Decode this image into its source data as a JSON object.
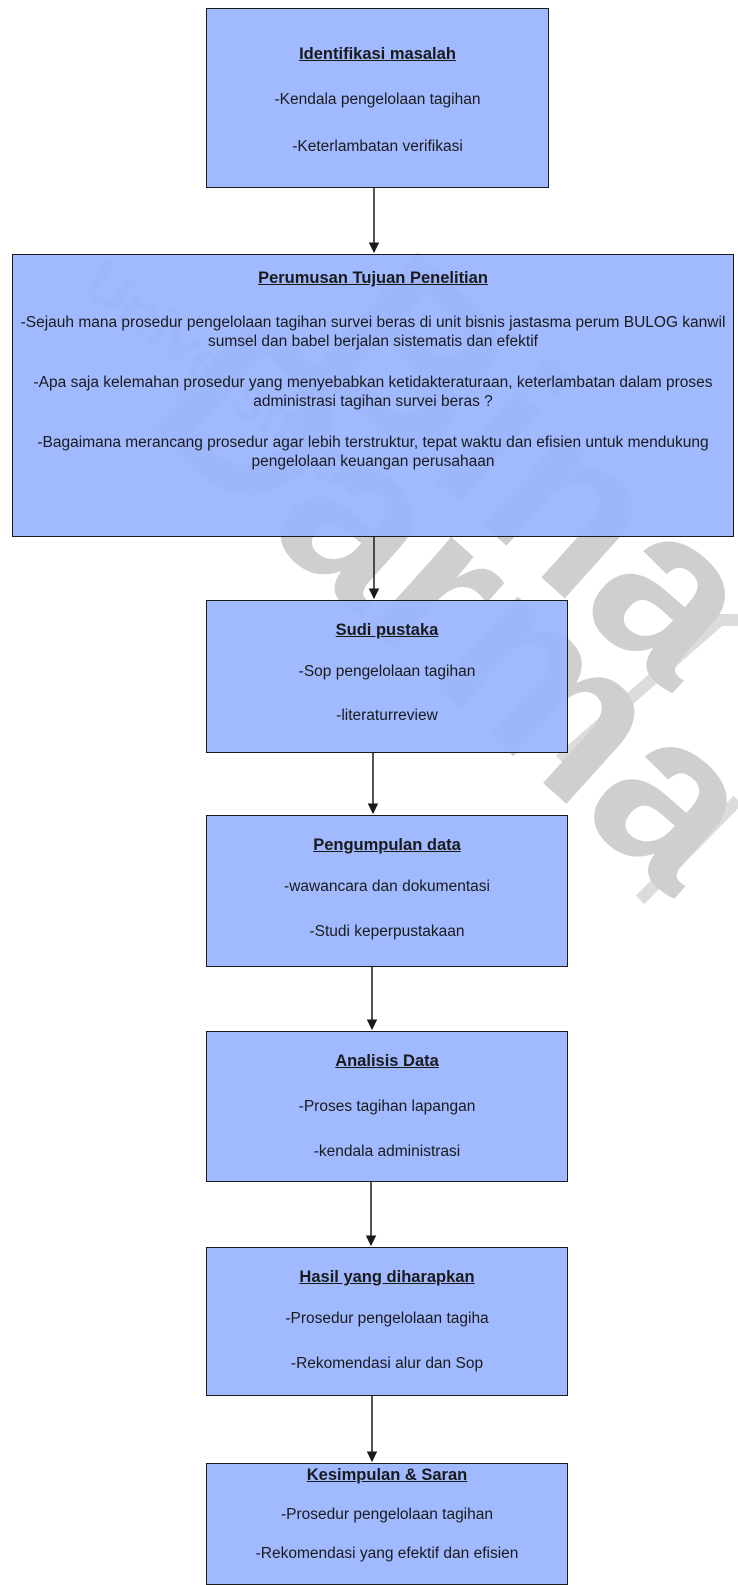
{
  "watermark": {
    "line1": "Universitas",
    "line2": "Bina",
    "line3": "Darma",
    "color": "#cfcfcf"
  },
  "colors": {
    "box_fill": "#99b4ff",
    "border": "#1b1b1b",
    "arrow": "#1b1b1b"
  },
  "steps": [
    {
      "title": "Identifikasi masalah",
      "items": [
        "-Kendala pengelolaan tagihan",
        "-Keterlambatan verifikasi"
      ]
    },
    {
      "title": "Perumusan Tujuan Penelitian",
      "items": [
        "-Sejauh mana prosedur pengelolaan tagihan survei beras di unit bisnis jastasma perum BULOG kanwil sumsel dan babel berjalan sistematis dan efektif",
        "-Apa saja kelemahan prosedur yang menyebabkan ketidakteraturaan, keterlambatan dalam proses administrasi tagihan survei beras ?",
        "-Bagaimana merancang prosedur agar lebih terstruktur, tepat waktu dan efisien untuk mendukung pengelolaan keuangan perusahaan"
      ]
    },
    {
      "title": "Sudi pustaka",
      "items": [
        "-Sop pengelolaan tagihan",
        "-literaturreview"
      ]
    },
    {
      "title": "Pengumpulan data",
      "items": [
        "-wawancara dan dokumentasi",
        "-Studi keperpustakaan"
      ]
    },
    {
      "title": "Analisis Data",
      "items": [
        "-Proses tagihan lapangan",
        "-kendala administrasi"
      ]
    },
    {
      "title": "Hasil yang diharapkan",
      "items": [
        "-Prosedur pengelolaan tagiha",
        "-Rekomendasi alur dan Sop"
      ]
    },
    {
      "title": "Kesimpulan & Saran",
      "items": [
        "-Prosedur pengelolaan tagihan",
        "-Rekomendasi yang efektif dan efisien"
      ]
    }
  ]
}
